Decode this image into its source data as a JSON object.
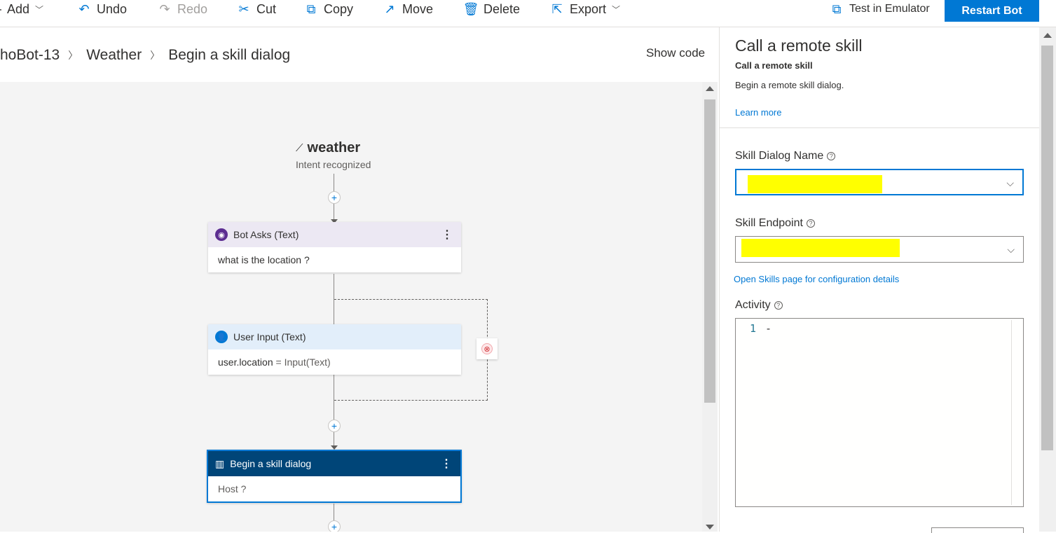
{
  "toolbar": {
    "add_label": "Add",
    "undo_label": "Undo",
    "redo_label": "Redo",
    "cut_label": "Cut",
    "copy_label": "Copy",
    "move_label": "Move",
    "delete_label": "Delete",
    "export_label": "Export",
    "test_emulator_label": "Test in Emulator",
    "restart_label": "Restart Bot"
  },
  "breadcrumb": {
    "items": [
      "hoBot-13",
      "Weather",
      "Begin a skill dialog"
    ]
  },
  "show_code_label": "Show code",
  "canvas": {
    "trigger": {
      "title": "weather",
      "subtitle": "Intent recognized"
    },
    "nodes": [
      {
        "header": "Bot Asks (Text)",
        "body": "what is the location ?"
      },
      {
        "header": "User Input (Text)",
        "body_var": "user.location",
        "body_eq": " = ",
        "body_fn": "Input(Text)"
      },
      {
        "header": "Begin a skill dialog",
        "body": "Host ?"
      }
    ],
    "plus_glyph": "+",
    "more_glyph": "⋮",
    "error_glyph": "⊗"
  },
  "panel": {
    "title": "Call a remote skill",
    "subtitle": "Call a remote skill",
    "description": "Begin a remote skill dialog.",
    "learn_more": "Learn more",
    "skill_dialog_name_label": "Skill Dialog Name",
    "skill_endpoint_label": "Skill Endpoint",
    "skills_page_link": "Open Skills page for configuration details",
    "activity_label": "Activity",
    "editor_line_number": "1",
    "editor_content": "-",
    "info_glyph": "?",
    "caret_glyph": "⌵",
    "highlight_color": "#ffff00"
  },
  "colors": {
    "accent": "#0078d4",
    "selected_header": "#004578",
    "bot_asks_header": "#ece8f3",
    "user_input_header": "#e2eefa",
    "bot_badge": "#5c2d91",
    "user_badge": "#0078d4"
  }
}
